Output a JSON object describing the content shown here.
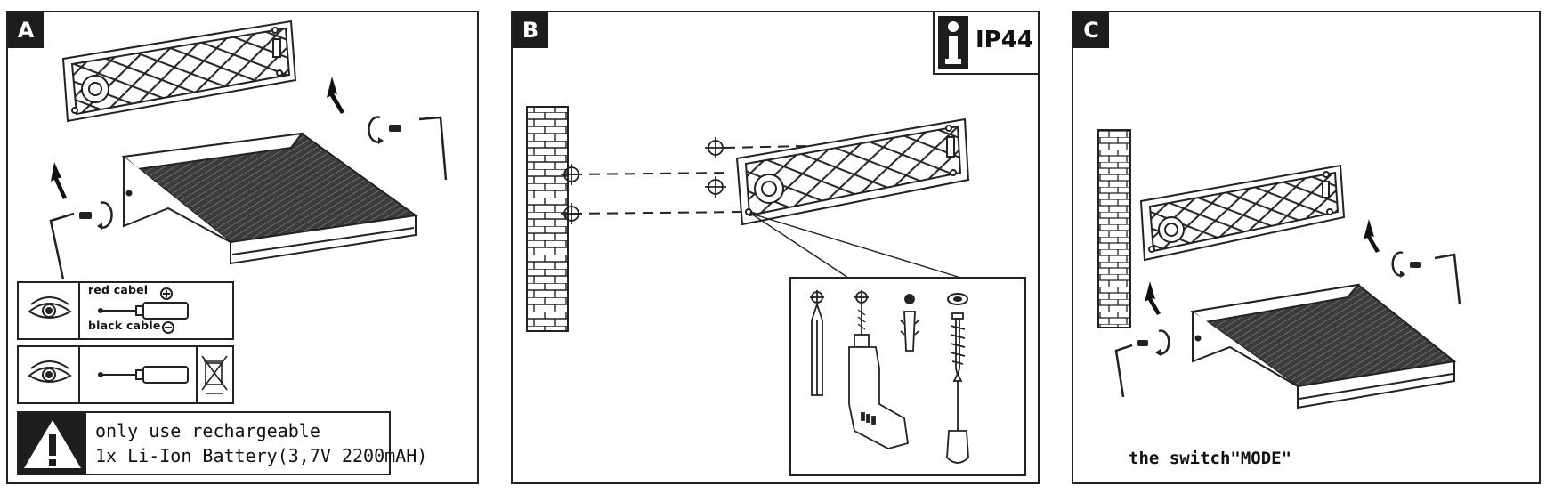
{
  "panels": {
    "a": {
      "label": "A"
    },
    "b": {
      "label": "B",
      "rating": "IP44"
    },
    "c": {
      "label": "C",
      "caption": "the switch\"MODE\""
    }
  },
  "battery_info": {
    "red_cable_label": "red cabel",
    "black_cable_label": "black cable"
  },
  "warning": {
    "line1": "only use rechargeable",
    "line2": "1x Li-Ion Battery(3,7V 2200mAH)"
  },
  "icons": [
    "eye-icon",
    "battery-icon",
    "plus-sign-icon",
    "minus-sign-icon",
    "crossed-bin-icon",
    "warning-icon",
    "info-icon",
    "hex-key-icon",
    "screw-icon",
    "arrow-up-icon",
    "pencil-icon",
    "drill-icon",
    "wall-plug-icon",
    "washer-icon",
    "screwdriver-icon",
    "brick-wall-icon",
    "crosshair-icon"
  ],
  "colors": {
    "line": "#1d1d1d",
    "panel_texture": "#3a3a3a"
  }
}
